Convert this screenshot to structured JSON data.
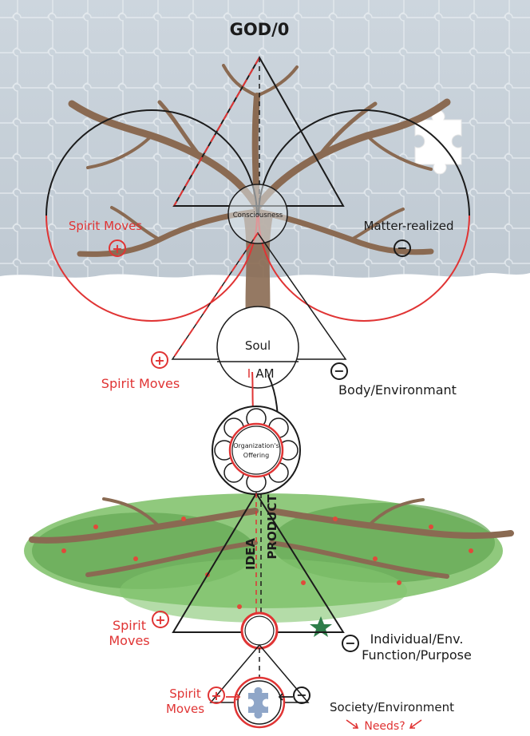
{
  "title": "GOD/0",
  "labels": {
    "consciousness": "Consciousness",
    "spirit_moves_top": "Spirit Moves",
    "matter_realized": "Matter-realized",
    "soul": "Soul",
    "spirit_moves_soul": "Spirit Moves",
    "i_letter": "I",
    "am": "AM",
    "body_environment": "Body/Environmant",
    "org_offering_line1": "Organization's",
    "org_offering_line2": "Offering",
    "idea": "IDEA",
    "product": "PRODUCT",
    "spirit_moves_idea_line1": "Spirit",
    "spirit_moves_idea_line2": "Moves",
    "individual_line1": "Individual/Env.",
    "individual_line2": "Function/Purpose",
    "spirit_moves_bottom_line1": "Spirit",
    "spirit_moves_bottom_line2": "Moves",
    "society_environment": "Society/Environment",
    "needs": "Needs?"
  },
  "symbols": {
    "plus": "+",
    "minus": "−"
  },
  "colors": {
    "spirit_red": "#e03434",
    "line_black": "#1b1b1b",
    "puzzle_sky": "#c9d3dc",
    "bark": "#8a6a52",
    "foliage": "#6fb35e",
    "puzzle_piece": "#8fa6c8"
  }
}
